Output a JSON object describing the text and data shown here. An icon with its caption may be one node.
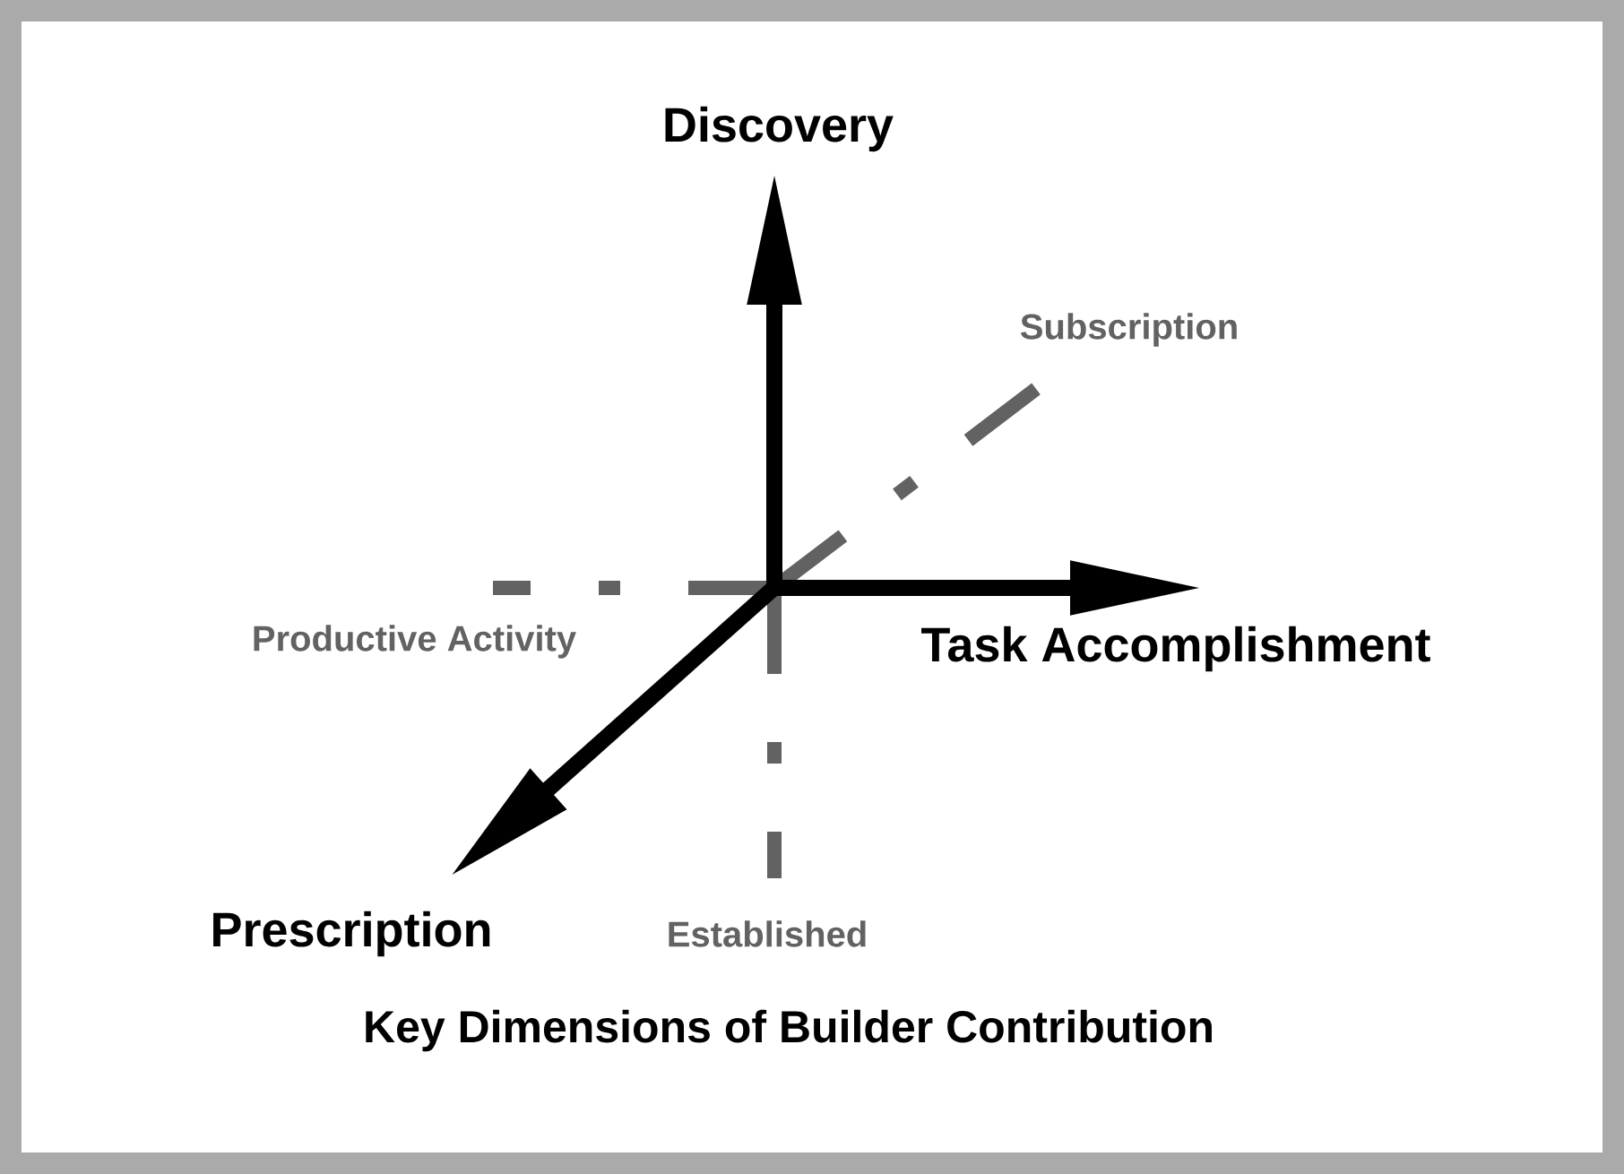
{
  "diagram": {
    "title": "Key Dimensions of Builder Contribution",
    "labels": [
      "Discovery",
      "Subscription",
      "Productive Activity",
      "Task Accomplishment",
      "Prescription",
      "Established"
    ]
  }
}
